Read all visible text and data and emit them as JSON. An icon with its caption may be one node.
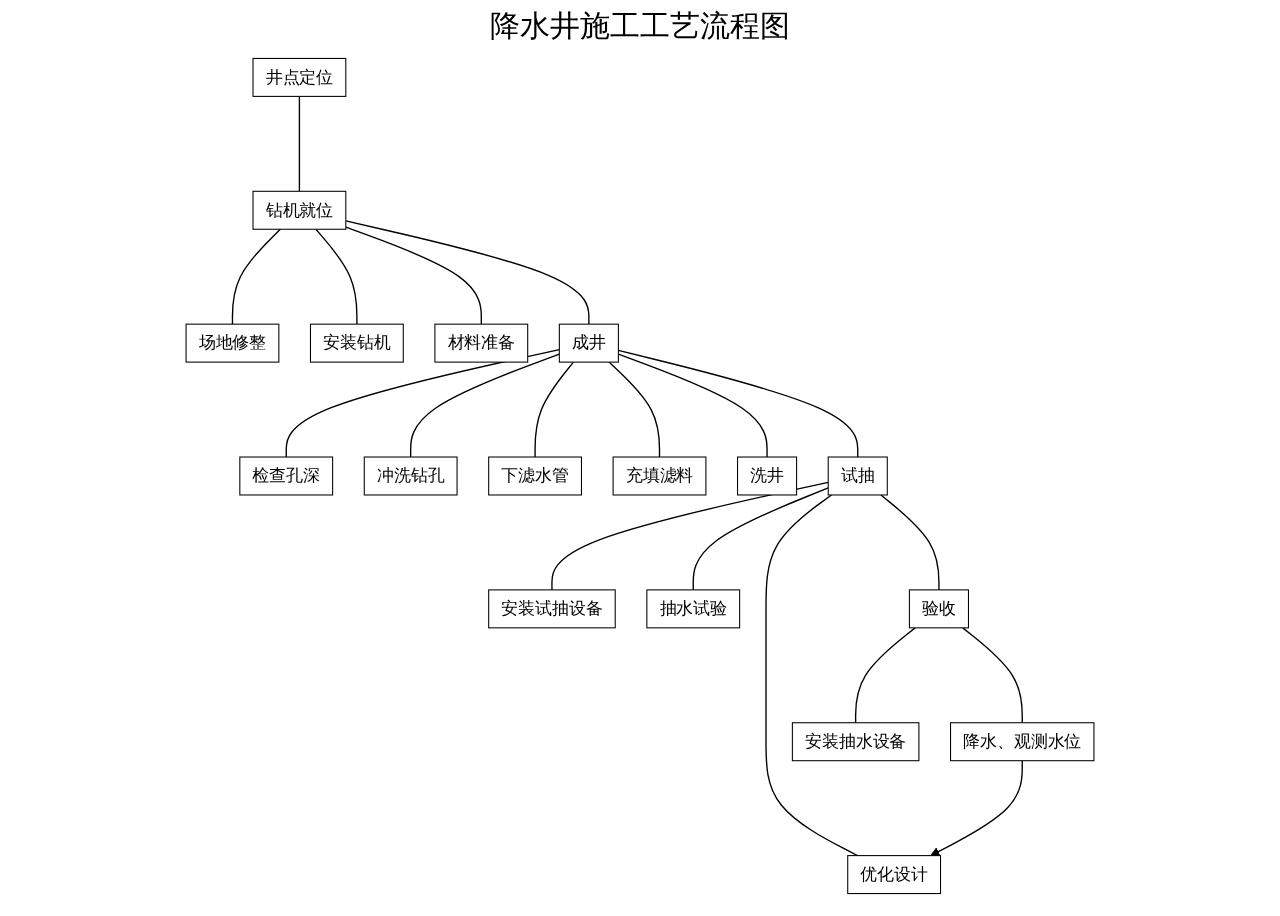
{
  "diagram": {
    "title": "降水井施工工艺流程图",
    "nodes": [
      {
        "text": [
          "井点定位"
        ]
      },
      {
        "text": [
          "钻机就位"
        ]
      },
      {
        "text": [
          "场地修整"
        ]
      },
      {
        "text": [
          "安装钻机"
        ]
      },
      {
        "text": [
          "材料准备"
        ]
      },
      {
        "text": [
          "检查孔深"
        ]
      },
      {
        "text": [
          "冲洗钻孔"
        ]
      },
      {
        "text": [
          "成井"
        ]
      },
      {
        "text": [
          "下滤水管"
        ]
      },
      {
        "text": [
          "充填滤料"
        ]
      },
      {
        "text": [
          "洗井"
        ]
      },
      {
        "text": [
          "安装试抽设备"
        ]
      },
      {
        "text": [
          "试抽"
        ]
      },
      {
        "text": [
          "抽水试验"
        ]
      },
      {
        "text": [
          "优化设计"
        ]
      },
      {
        "text": [
          "验收"
        ]
      },
      {
        "text": [
          "安装抽水设备"
        ]
      },
      {
        "text": [
          "降水、观测水位"
        ]
      }
    ],
    "edges": [
      {
        "from": 0,
        "to": 1,
        "arrow": "none"
      },
      {
        "from": 1,
        "to": 2,
        "arrow": "none"
      },
      {
        "from": 1,
        "to": 3,
        "arrow": "none"
      },
      {
        "from": 1,
        "to": 4,
        "arrow": "none"
      },
      {
        "from": 1,
        "to": 7,
        "arrow": "none"
      },
      {
        "from": 7,
        "to": 5,
        "arrow": "none"
      },
      {
        "from": 7,
        "to": 6,
        "arrow": "none"
      },
      {
        "from": 7,
        "to": 8,
        "arrow": "none"
      },
      {
        "from": 7,
        "to": 9,
        "arrow": "none"
      },
      {
        "from": 7,
        "to": 10,
        "arrow": "none"
      },
      {
        "from": 7,
        "to": 12,
        "arrow": "none"
      },
      {
        "from": 12,
        "to": 11,
        "arrow": "none"
      },
      {
        "from": 12,
        "to": 13,
        "arrow": "none"
      },
      {
        "from": 12,
        "to": 14,
        "arrow": "none"
      },
      {
        "from": 12,
        "to": 15,
        "arrow": "none"
      },
      {
        "from": 15,
        "to": 16,
        "arrow": "none"
      },
      {
        "from": 15,
        "to": 17,
        "arrow": "none"
      },
      {
        "from": 17,
        "to": 14,
        "arrow": "to"
      }
    ]
  }
}
